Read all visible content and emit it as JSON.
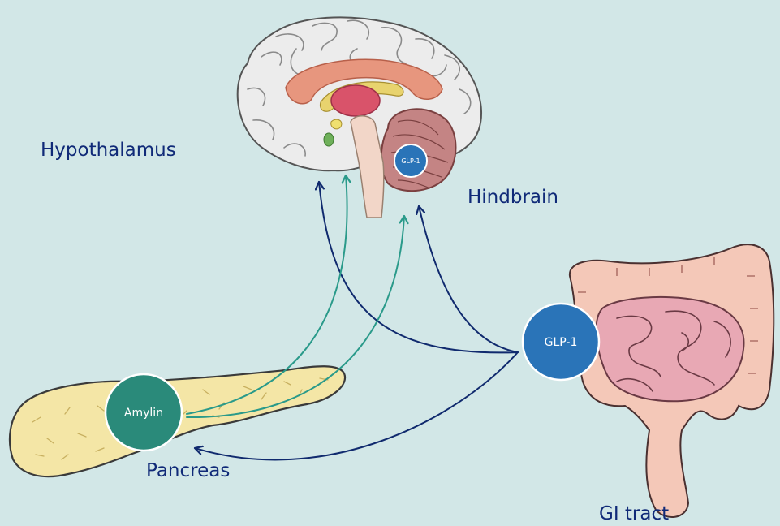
{
  "labels": {
    "hypothalamus": "Hypothalamus",
    "hindbrain": "Hindbrain",
    "pancreas": "Pancreas",
    "gi_tract": "GI tract"
  },
  "hormones": {
    "glp1_gut": "GLP-1",
    "glp1_brain": "GLP-1",
    "amylin": "Amylin"
  },
  "colors": {
    "background": "#d2e7e7",
    "glp1_pathway": "#102a6e",
    "amylin_pathway": "#2a9a8a",
    "glp1_node": "#2a74b8",
    "amylin_node": "#2a8a7a",
    "label_text": "#102a78"
  }
}
